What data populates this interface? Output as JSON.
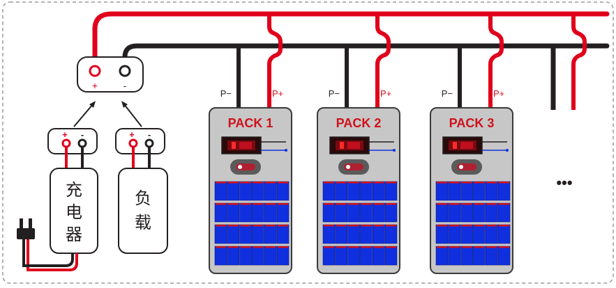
{
  "colors": {
    "positive_wire": "#e0001b",
    "negative_wire": "#231f20",
    "pack_body": "#c7c7c7",
    "pack_border": "#3a3a3a",
    "cell_blue": "#1030e0",
    "cell_top": "#d0111b",
    "label_red": "#d0111b",
    "panel_border": "#9a9a9a"
  },
  "terminal_box": {
    "positive_label": "+",
    "negative_label": "-"
  },
  "charger": {
    "positive_label": "+",
    "negative_label": "-",
    "name_chars": [
      "充",
      "电",
      "器"
    ]
  },
  "load": {
    "positive_label": "+",
    "negative_label": "-",
    "name_chars": [
      "负",
      "载"
    ]
  },
  "packs": [
    {
      "title": "PACK 1",
      "neg_label": "P−",
      "pos_label": "P+"
    },
    {
      "title": "PACK 2",
      "neg_label": "P−",
      "pos_label": "P+"
    },
    {
      "title": "PACK 3",
      "neg_label": "P−",
      "pos_label": "P+"
    }
  ],
  "ellipsis": "•••",
  "icons": {
    "arrows": "arrow-icon",
    "plug": "power-plug-icon",
    "bms_display": "bms-display-icon",
    "bms_switch": "bms-switch-icon"
  }
}
